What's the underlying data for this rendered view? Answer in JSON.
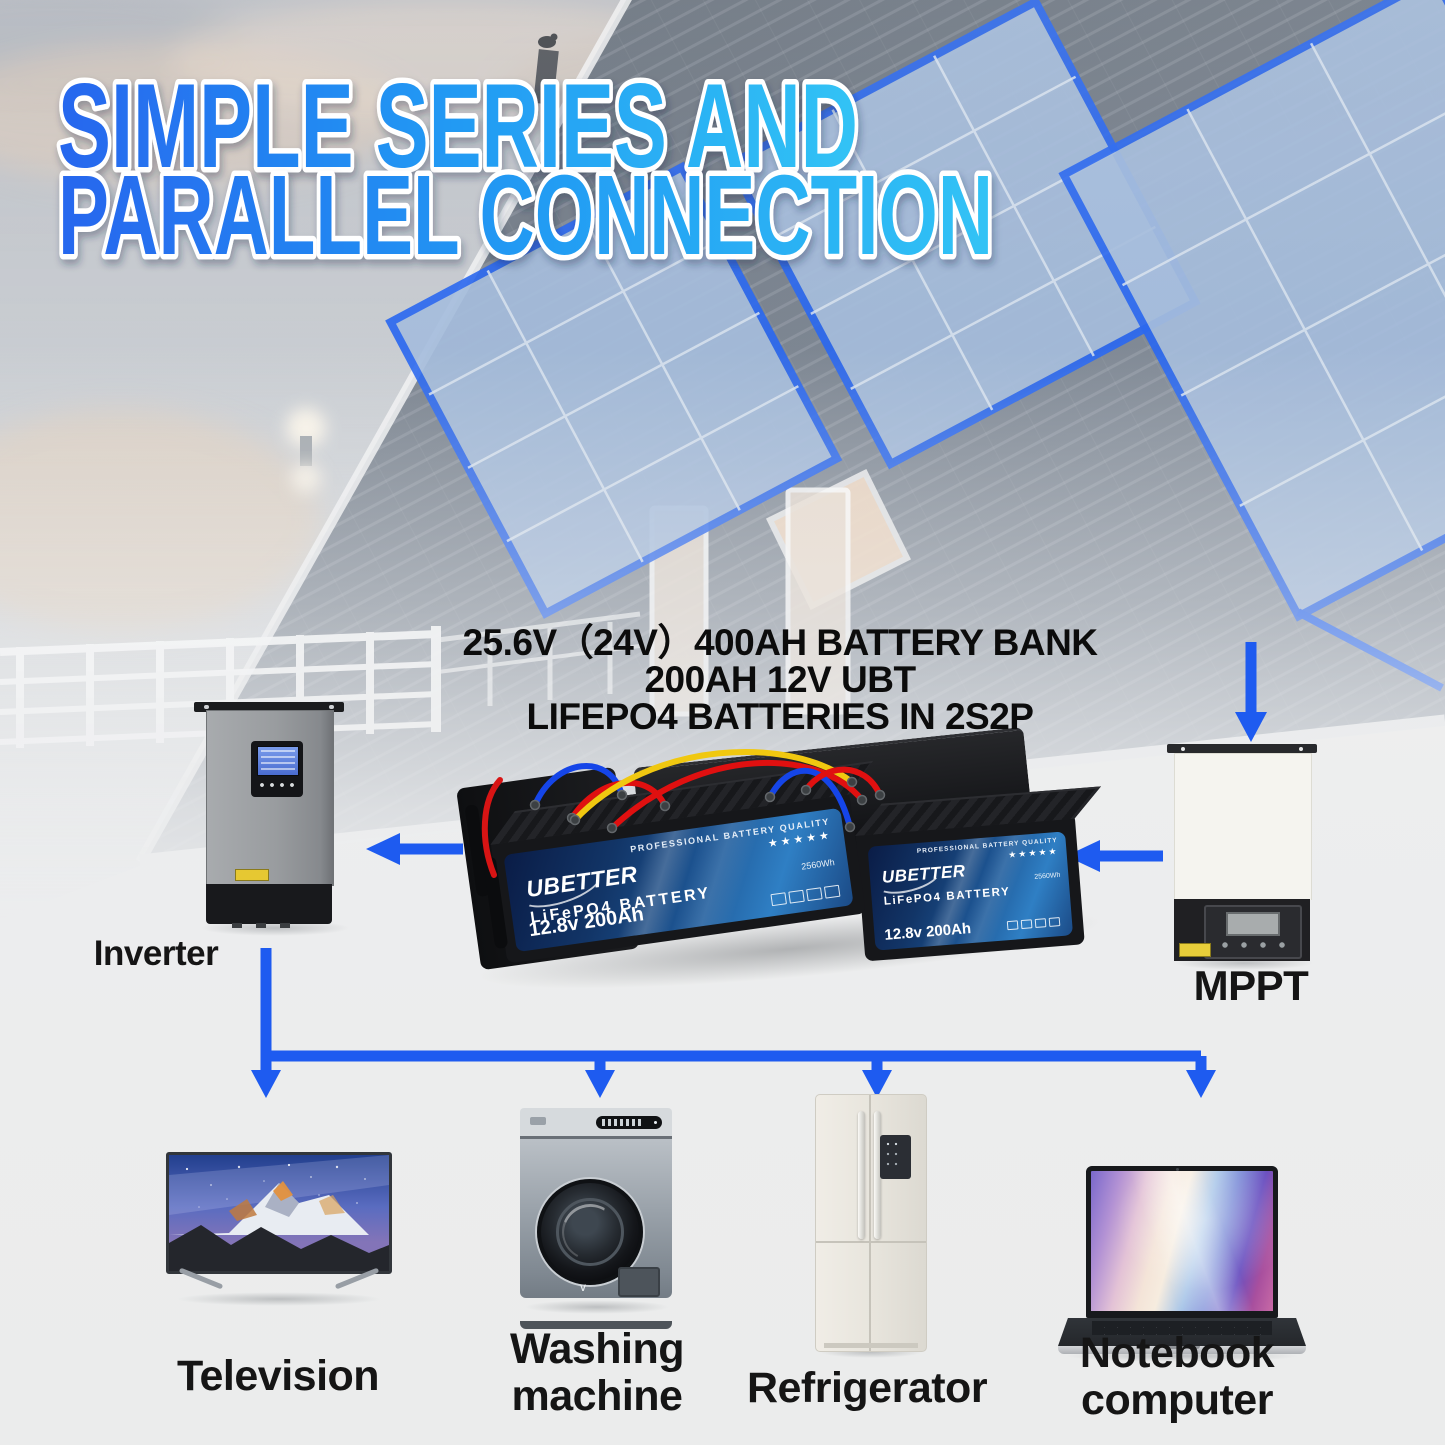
{
  "title": {
    "line1": "SIMPLE SERIES AND",
    "line2": "PARALLEL CONNECTION"
  },
  "battery_bank_caption": {
    "line1": "25.6V（24V）400AH BATTERY BANK",
    "line2": "200AH 12V UBT",
    "line3": "LIFEPO4 BATTERIES IN 2S2P"
  },
  "components": {
    "inverter": {
      "label": "Inverter"
    },
    "mppt": {
      "label": "MPPT"
    },
    "battery": {
      "brand": "UBETTER",
      "quality": "PROFESSIONAL BATTERY QUALITY",
      "stars": "★★★★★",
      "type": "LiFePO4 BATTERY",
      "rating": "12.8v 200Ah",
      "energy": "2560Wh"
    }
  },
  "appliances": {
    "television": {
      "label": "Television"
    },
    "washing_machine": {
      "line1": "Washing",
      "line2": "machine"
    },
    "refrigerator": {
      "label": "Refrigerator"
    },
    "notebook": {
      "line1": "Notebook",
      "line2": "computer"
    }
  },
  "colors": {
    "connector_blue": "#1e5bf0",
    "panel_outline_blue": "#1559ef",
    "title_gradient_start": "#2766ee",
    "title_gradient_mid": "#2196f3",
    "title_gradient_end": "#31c3f5",
    "battery_label_blue": "#1d5593",
    "warning_yellow": "#e6c832"
  }
}
